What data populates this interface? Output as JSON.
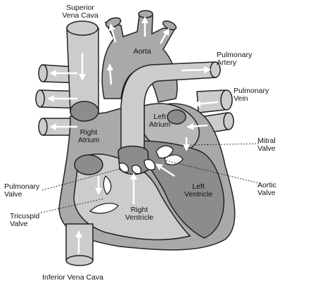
{
  "labels": {
    "superior_vena_cava": "Superior\nVena Cava",
    "aorta": "Aorta",
    "pulmonary_artery": "Pulmonary\nArtery",
    "pulmonary_vein": "Pulmonary\nVein",
    "left_atrium": "Left\nAtrium",
    "right_atrium": "Right\nAtrium",
    "mitral_valve": "Mitral\nValve",
    "pulmonary_valve": "Pulmonary\nValve",
    "aortic_valve": "Aortic\nValve",
    "left_ventricle": "Left\nVentricle",
    "tricuspid_valve": "Tricuspid\nValve",
    "right_ventricle": "Right\nVentricle",
    "inferior_vena_cava": "Inferior Vena Cava"
  },
  "colors": {
    "outline": "#222222",
    "dark_gray": "#8c8c8c",
    "mid_gray": "#a9a9a9",
    "light_gray": "#cccccc",
    "arrow": "#ffffff",
    "valve": "#ffffff"
  }
}
